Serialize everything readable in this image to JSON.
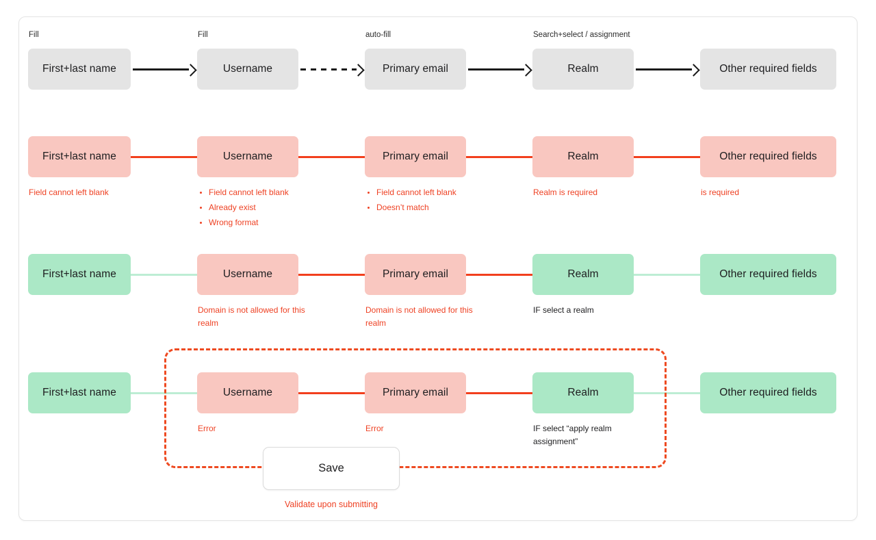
{
  "colors": {
    "neutral_box": "#e4e4e4",
    "error_box": "#f9c7c0",
    "ok_box": "#abe8c6",
    "error_accent": "#f23f1d",
    "ok_line": "#bdedd4",
    "arrow": "#1a1a1a",
    "group_outline": "#ee4a21",
    "card_border": "#e4e4e4"
  },
  "rows": [
    {
      "name": "fill-flow",
      "cells": [
        {
          "top_label": "Fill",
          "label": "First+last name",
          "state": "neutral"
        },
        {
          "top_label": "Fill",
          "label": "Username",
          "state": "neutral"
        },
        {
          "top_label": "auto-fill",
          "label": "Primary email",
          "state": "neutral"
        },
        {
          "top_label": "Search+select / assignment",
          "label": "Realm",
          "state": "neutral"
        },
        {
          "label": "Other required fields",
          "state": "neutral"
        }
      ],
      "connectors": [
        "arrow-solid",
        "arrow-dashed",
        "arrow-solid",
        "arrow-solid"
      ]
    },
    {
      "name": "blank-errors",
      "cells": [
        {
          "label": "First+last name",
          "state": "error",
          "notes": [
            "Field cannot left blank"
          ]
        },
        {
          "label": "Username",
          "state": "error",
          "notes": [
            "Field cannot left blank",
            "Already exist",
            "Wrong format"
          ],
          "bullets": true
        },
        {
          "label": "Primary email",
          "state": "error",
          "notes": [
            "Field cannot left blank",
            "Doesn’t match"
          ],
          "bullets": true
        },
        {
          "label": "Realm",
          "state": "error",
          "notes": [
            "Realm is required"
          ]
        },
        {
          "label": "Other required fields",
          "state": "error",
          "notes": [
            "is required"
          ]
        }
      ],
      "connectors": [
        "line-error",
        "line-error",
        "line-error",
        "line-error"
      ]
    },
    {
      "name": "domain-errors",
      "cells": [
        {
          "label": "First+last name",
          "state": "ok"
        },
        {
          "label": "Username",
          "state": "error",
          "notes": [
            "Domain is not allowed for this realm"
          ]
        },
        {
          "label": "Primary email",
          "state": "error",
          "notes": [
            "Domain is not allowed for this realm"
          ]
        },
        {
          "label": "Realm",
          "state": "ok",
          "notes": [
            "IF select a realm"
          ],
          "dark": true
        },
        {
          "label": "Other required fields",
          "state": "ok"
        }
      ],
      "connectors": [
        "line-ok",
        "line-error",
        "line-error",
        "line-ok"
      ]
    },
    {
      "name": "realm-assignment-errors",
      "cells": [
        {
          "label": "First+last name",
          "state": "ok"
        },
        {
          "label": "Username",
          "state": "error",
          "notes": [
            "Error"
          ]
        },
        {
          "label": "Primary email",
          "state": "error",
          "notes": [
            "Error"
          ]
        },
        {
          "label": "Realm",
          "state": "ok",
          "notes": [
            "IF select “apply realm assignment”"
          ],
          "dark": true
        },
        {
          "label": "Other required fields",
          "state": "ok"
        }
      ],
      "connectors": [
        "line-ok",
        "line-error",
        "line-error",
        "line-ok"
      ]
    }
  ],
  "save": {
    "label": "Save",
    "note": "Validate upon submitting"
  }
}
